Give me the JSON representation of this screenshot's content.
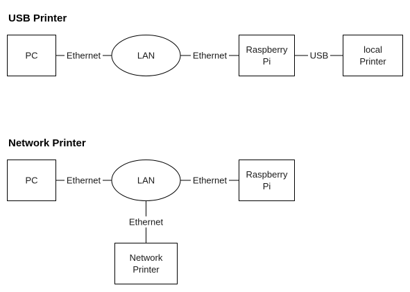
{
  "sections": {
    "usb": {
      "title": "USB Printer",
      "nodes": {
        "pc": "PC",
        "lan": "LAN",
        "raspberry_line1": "Raspberry",
        "raspberry_line2": "Pi",
        "printer_line1": "local",
        "printer_line2": "Printer"
      },
      "edges": {
        "pc_lan": "Ethernet",
        "lan_pi": "Ethernet",
        "pi_printer": "USB"
      }
    },
    "network": {
      "title": "Network Printer",
      "nodes": {
        "pc": "PC",
        "lan": "LAN",
        "raspberry_line1": "Raspberry",
        "raspberry_line2": "Pi",
        "printer_line1": "Network",
        "printer_line2": "Printer"
      },
      "edges": {
        "pc_lan": "Ethernet",
        "lan_pi": "Ethernet",
        "lan_printer": "Ethernet"
      }
    }
  }
}
